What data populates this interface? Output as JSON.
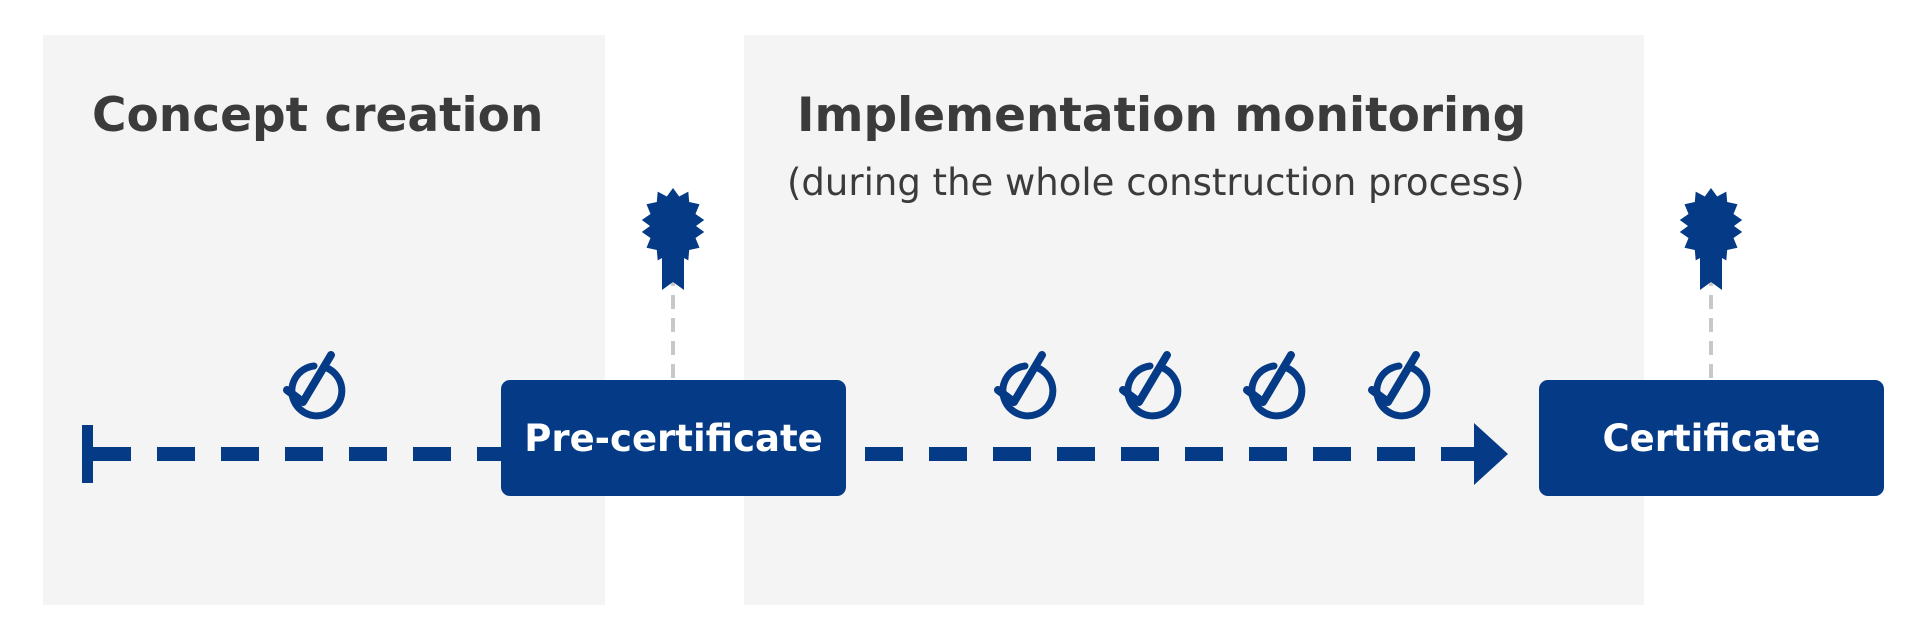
{
  "phases": [
    {
      "title": "Concept creation",
      "subtitle": ""
    },
    {
      "title": "Implementation monitoring",
      "subtitle": "(during the whole construction process)"
    }
  ],
  "milestones": {
    "pre_certificate": "Pre-certificate",
    "certificate": "Certificate"
  },
  "checks": {
    "concept_count": 1,
    "implementation_count": 4
  },
  "colors": {
    "primary": "#053b86",
    "panel": "#f4f4f5",
    "text": "#3b3b3b",
    "connector": "#c8c8c8"
  },
  "icons": [
    "check-circle-icon",
    "award-rosette-icon",
    "timeline-start-bar",
    "arrowhead"
  ]
}
